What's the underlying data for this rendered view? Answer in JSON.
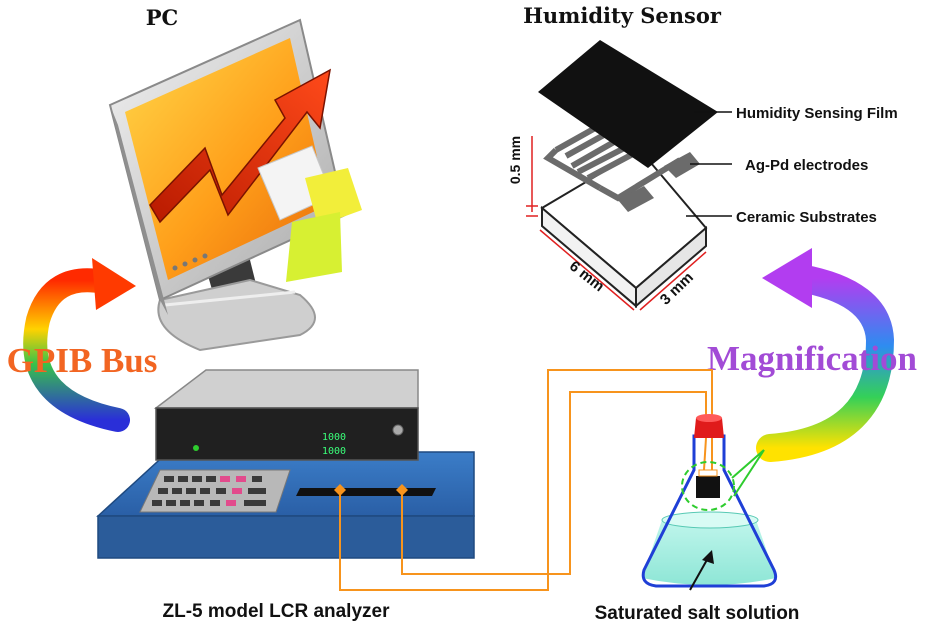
{
  "labels": {
    "pc": "PC",
    "humidity_sensor": "Humidity Sensor",
    "sensing_film": "Humidity Sensing Film",
    "electrodes": "Ag-Pd electrodes",
    "substrates": "Ceramic Substrates",
    "thickness": "0.5 mm",
    "length": "6 mm",
    "width": "3 mm",
    "gpib_bus": "GPIB Bus",
    "magnification": "Magnification",
    "lcr_analyzer": "ZL-5 model LCR analyzer",
    "salt_solution": "Saturated salt solution",
    "display_line_1": "1000",
    "display_line_2": "1000"
  },
  "colors": {
    "gpib_text": "#f26522",
    "magnification_text": "#a24bd6",
    "wire": "#f7941d",
    "dimension": "#e02020",
    "analyzer_base": "#2f6db5",
    "flask_outline": "#1f3fd6",
    "flask_liquid": "#a6f0e2",
    "stopper": "#e01b1b",
    "highlight_circle": "#2ecc2e"
  }
}
